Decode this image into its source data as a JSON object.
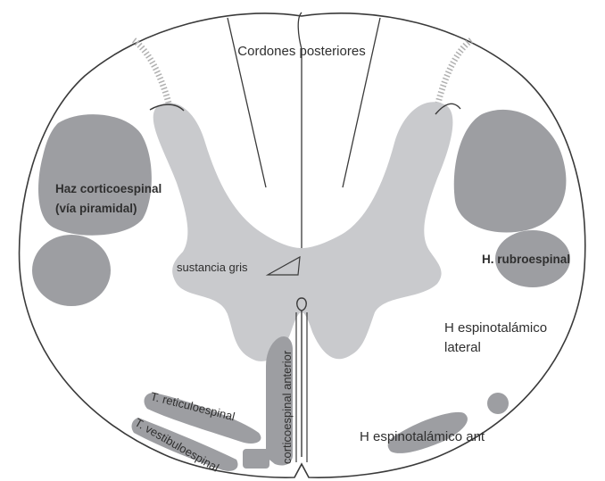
{
  "labels": {
    "dorsal_columns": "Cordones posteriores",
    "corticospinal_line1": "Haz corticoespinal",
    "corticospinal_line2": "(vía piramidal)",
    "rubrospinal": "H. rubroespinal",
    "gray_matter": "sustancia gris",
    "spinothalamic_lateral_line1": "H espinotalámico",
    "spinothalamic_lateral_line2": "lateral",
    "reticulospinal": "T. reticuloespinal",
    "vestibulospinal": "T. vestibuloespinal",
    "anterior_corticospinal": "corticoespinal anterior",
    "spinothalamic_anterior": "H espinotalámico ant"
  },
  "colors": {
    "outline": "#3a3a3a",
    "gray_matter": "#c9cacd",
    "tract": "#9d9ea2",
    "background": "#ffffff"
  }
}
